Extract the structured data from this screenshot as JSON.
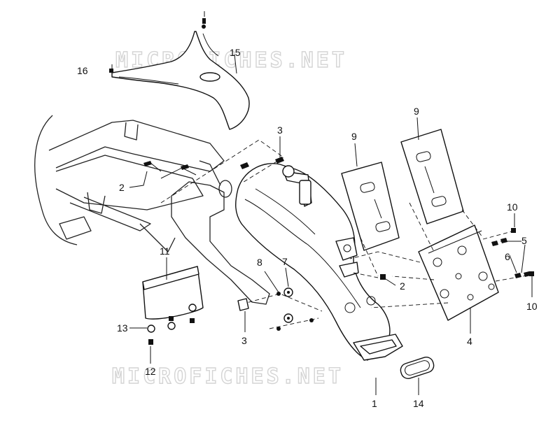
{
  "watermark": "MICROFICHES.NET",
  "callouts": [
    {
      "id": "c1",
      "label": "1"
    },
    {
      "id": "c2a",
      "label": "2"
    },
    {
      "id": "c2b",
      "label": "2"
    },
    {
      "id": "c3a",
      "label": "3"
    },
    {
      "id": "c3b",
      "label": "3"
    },
    {
      "id": "c4",
      "label": "4"
    },
    {
      "id": "c5",
      "label": "5"
    },
    {
      "id": "c6",
      "label": "6"
    },
    {
      "id": "c7",
      "label": "7"
    },
    {
      "id": "c8",
      "label": "8"
    },
    {
      "id": "c9a",
      "label": "9"
    },
    {
      "id": "c9b",
      "label": "9"
    },
    {
      "id": "c10a",
      "label": "10"
    },
    {
      "id": "c10b",
      "label": "10"
    },
    {
      "id": "c11",
      "label": "11"
    },
    {
      "id": "c12",
      "label": "12"
    },
    {
      "id": "c13",
      "label": "13"
    },
    {
      "id": "c14",
      "label": "14"
    },
    {
      "id": "c15",
      "label": "15"
    },
    {
      "id": "c16",
      "label": "16"
    }
  ]
}
